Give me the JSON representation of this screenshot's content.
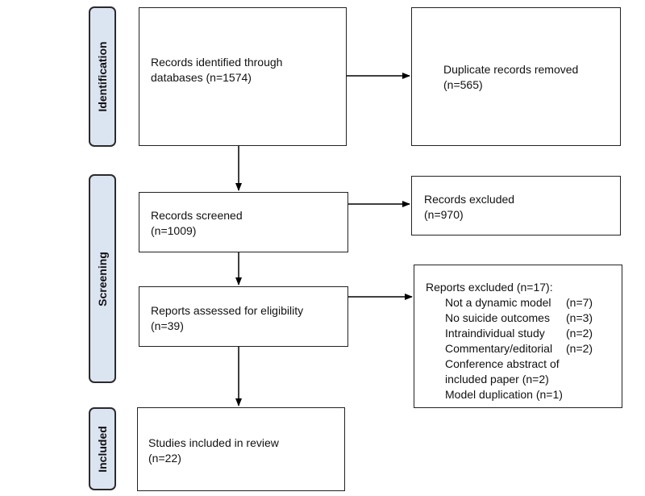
{
  "phases": {
    "identification": "Identification",
    "screening": "Screening",
    "included": "Included"
  },
  "boxes": {
    "identified": {
      "line1": "Records identified through",
      "line2": "databases (n=1574)"
    },
    "duplicates": {
      "line1": "Duplicate records removed",
      "line2": "(n=565)"
    },
    "screened": {
      "line1": "Records screened",
      "line2": "(n=1009)"
    },
    "excluded": {
      "line1": "Records excluded",
      "line2": "(n=970)"
    },
    "assessed": {
      "line1": "Reports assessed for eligibility",
      "line2": "(n=39)"
    },
    "reports_excluded": {
      "header": "Reports excluded (n=17):",
      "items": [
        {
          "label": "Not a dynamic model",
          "count": "(n=7)"
        },
        {
          "label": "No suicide outcomes",
          "count": "(n=3)"
        },
        {
          "label": "Intraindividual study",
          "count": "(n=2)"
        },
        {
          "label": "Commentary/editorial",
          "count": "(n=2)"
        },
        {
          "label": "Conference abstract of",
          "count": ""
        },
        {
          "label": "included paper (n=2)",
          "count": ""
        },
        {
          "label": "Model duplication (n=1)",
          "count": ""
        }
      ]
    },
    "included": {
      "line1": "Studies included in review",
      "line2": "(n=22)"
    }
  },
  "colors": {
    "phase_fill": "#dbe5f1",
    "border": "#222222",
    "arrow": "#000000"
  }
}
